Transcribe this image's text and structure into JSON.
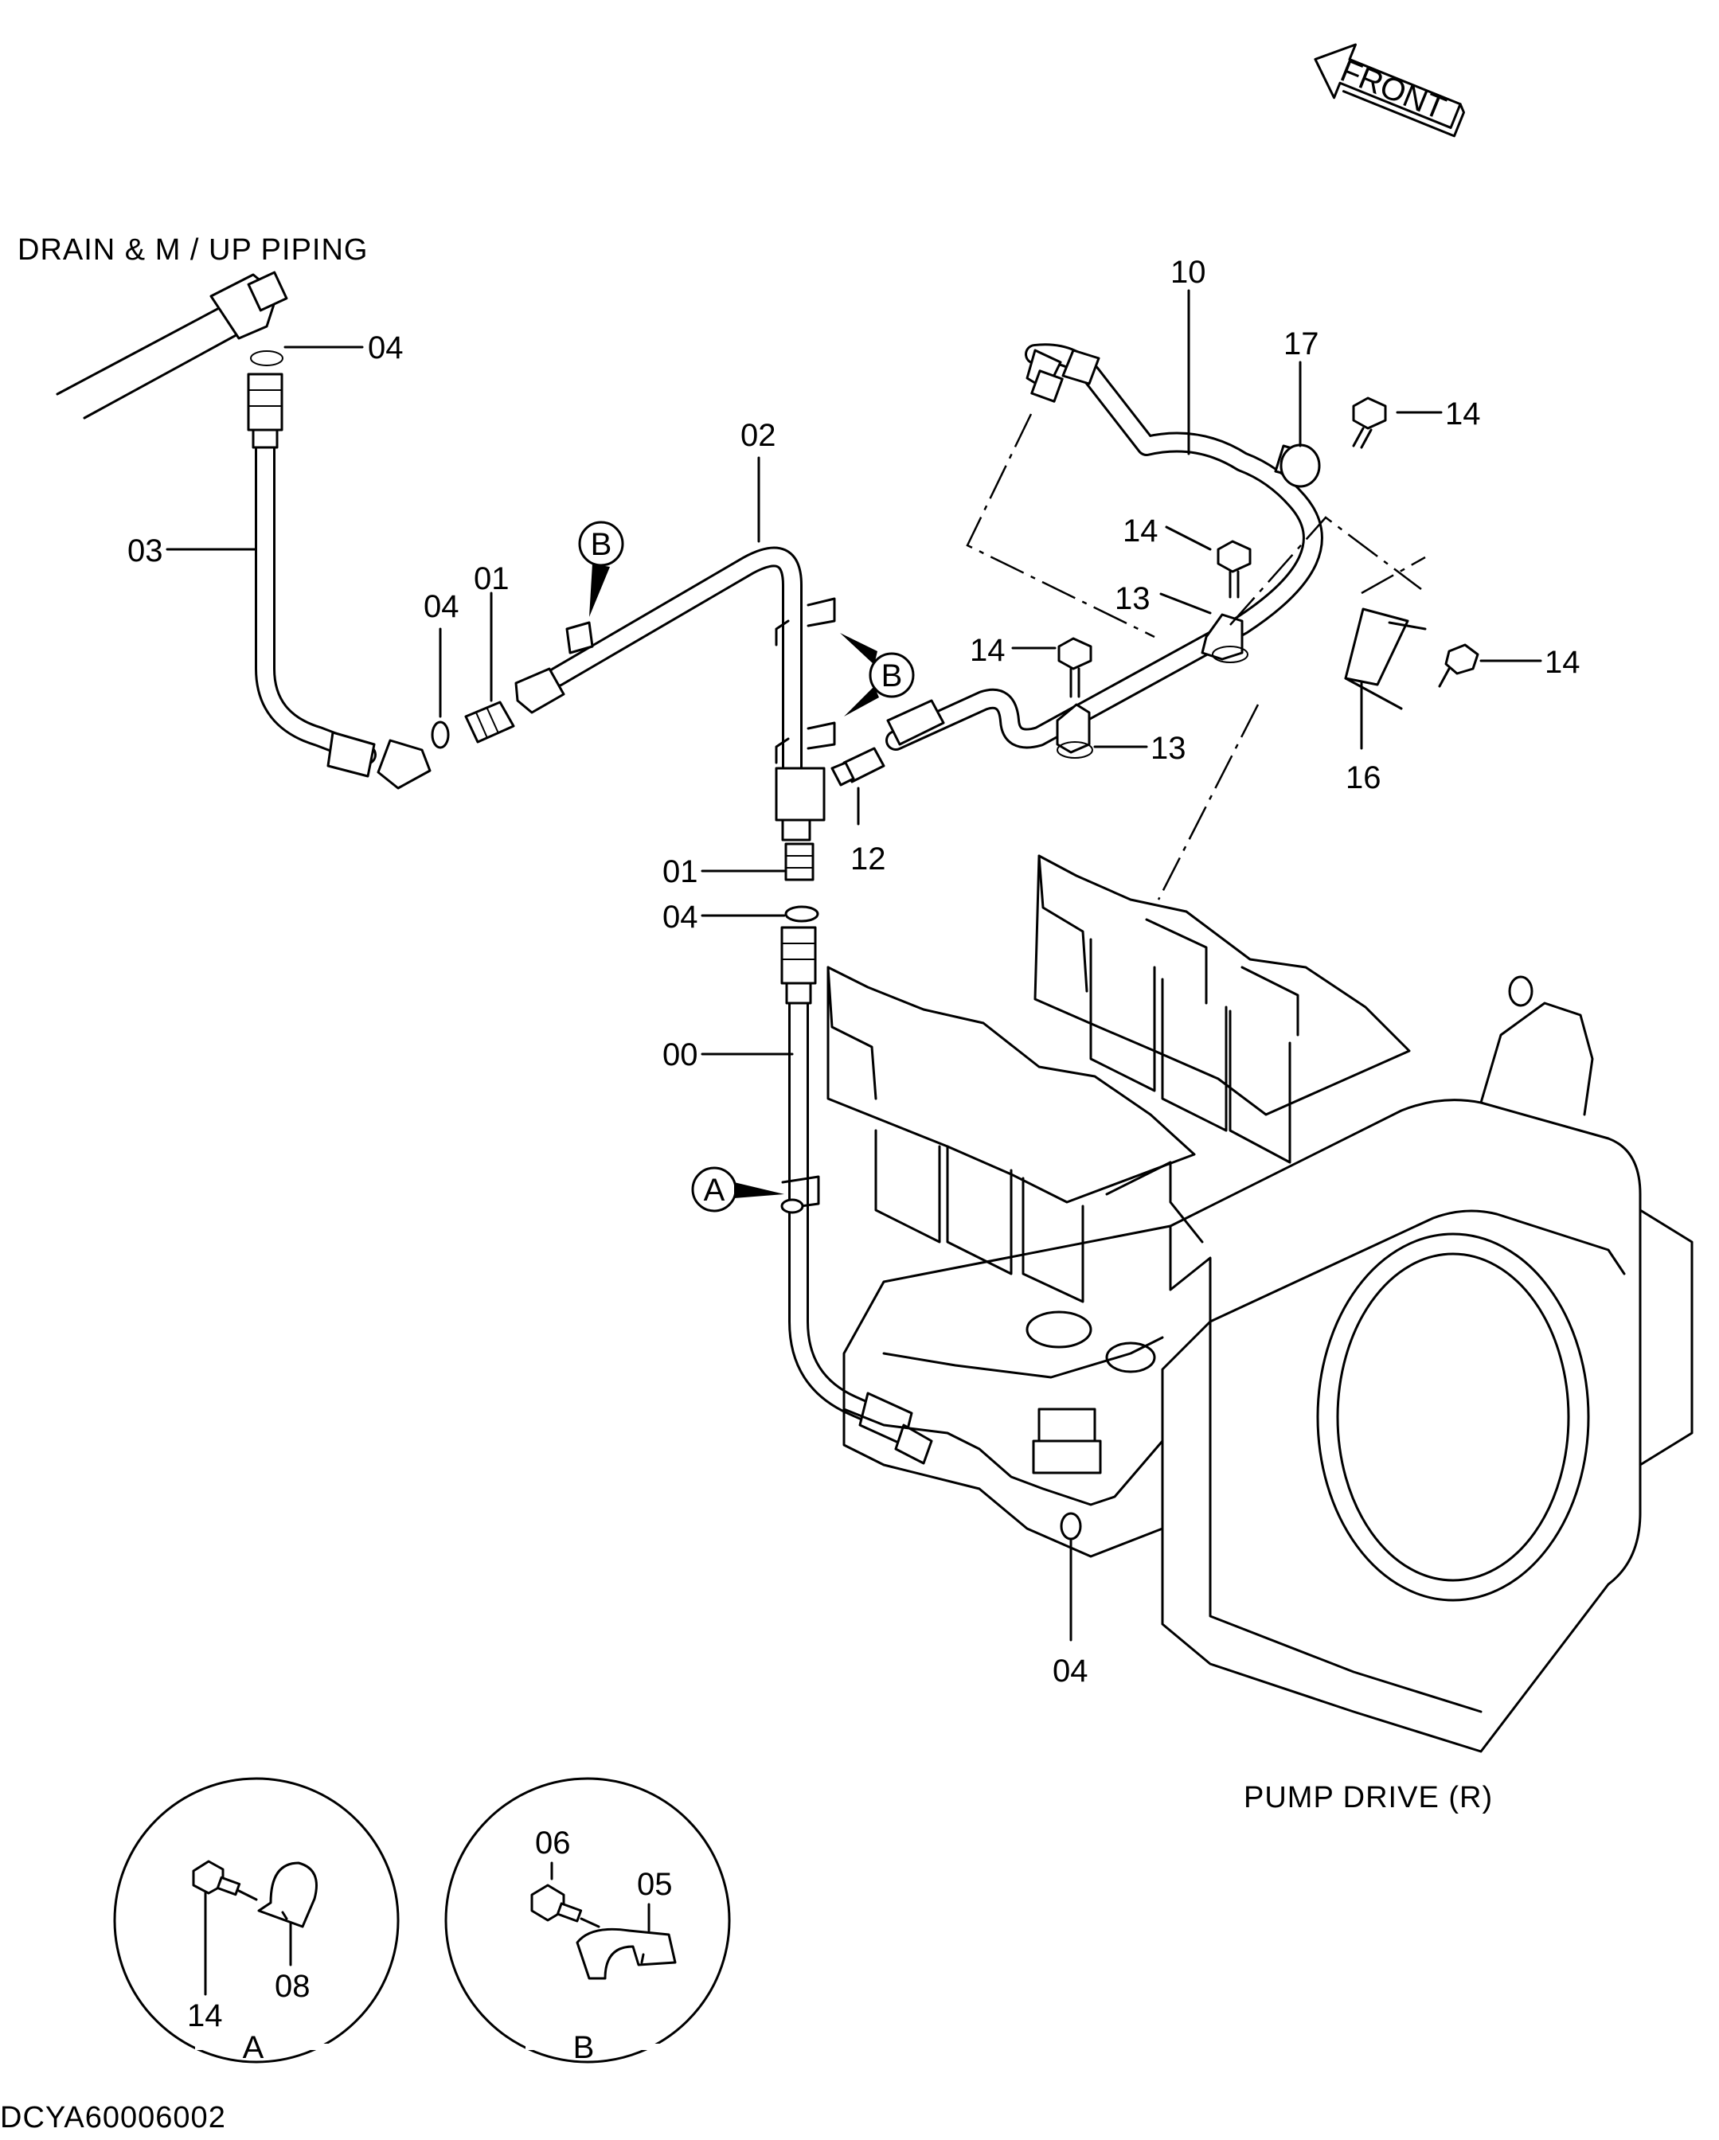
{
  "captions": {
    "upper_left": "DRAIN & M / UP  PIPING",
    "lower_right": "PUMP  DRIVE  (R)",
    "drawing_no": "DCYA60006002"
  },
  "front_arrow": "FRONT",
  "refs": {
    "a": "A",
    "b": "B"
  },
  "labels": {
    "p00": "00",
    "p01": "01",
    "p02": "02",
    "p03": "03",
    "p04": "04",
    "p05": "05",
    "p06": "06",
    "p08": "08",
    "p10": "10",
    "p12": "12",
    "p13": "13",
    "p14": "14",
    "p16": "16",
    "p17": "17"
  },
  "detail_views": {
    "a": {
      "title": "A",
      "parts": [
        "14",
        "08"
      ]
    },
    "b": {
      "title": "B",
      "parts": [
        "06",
        "05"
      ]
    }
  }
}
